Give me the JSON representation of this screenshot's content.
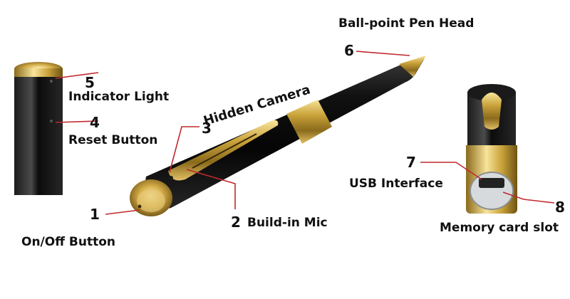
{
  "colors": {
    "body_black": "#0b0b0b",
    "gold": "#c9a23a",
    "gold_light": "#f3dc8a",
    "leader_line": "#c0282d",
    "text": "#111111"
  },
  "callouts": [
    {
      "number": "1",
      "label": "On/Off Button"
    },
    {
      "number": "2",
      "label": "Build-in Mic"
    },
    {
      "number": "3",
      "label": "Hidden Camera"
    },
    {
      "number": "4",
      "label": "Reset Button"
    },
    {
      "number": "5",
      "label": "Indicator Light"
    },
    {
      "number": "6",
      "label": "Ball-point Pen Head"
    },
    {
      "number": "7",
      "label": "USB Interface"
    },
    {
      "number": "8",
      "label": "Memory card slot"
    }
  ]
}
